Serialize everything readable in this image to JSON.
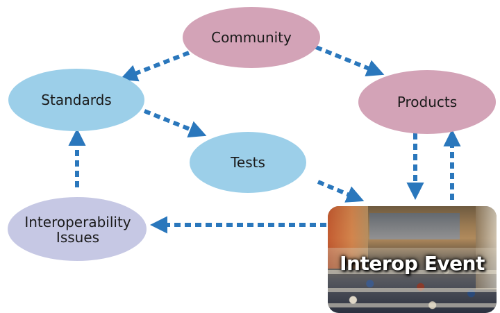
{
  "diagram": {
    "nodes": {
      "community": {
        "label": "Community",
        "fill": "#d3a3b7"
      },
      "standards": {
        "label": "Standards",
        "fill": "#9ccfe9"
      },
      "products": {
        "label": "Products",
        "fill": "#d3a3b7"
      },
      "tests": {
        "label": "Tests",
        "fill": "#9ccfe9"
      },
      "issues": {
        "label_line1": "Interoperability",
        "label_line2": "Issues",
        "fill": "#c6c8e4"
      },
      "event": {
        "caption": "Interop Event"
      }
    },
    "edge_color": "#2a77bc",
    "edges": [
      {
        "from": "Community",
        "to": "Standards"
      },
      {
        "from": "Community",
        "to": "Products"
      },
      {
        "from": "Standards",
        "to": "Tests"
      },
      {
        "from": "Tests",
        "to": "Interop Event"
      },
      {
        "from": "Products",
        "to": "Interop Event"
      },
      {
        "from": "Interop Event",
        "to": "Products"
      },
      {
        "from": "Interop Event",
        "to": "Interoperability Issues"
      },
      {
        "from": "Interoperability Issues",
        "to": "Standards"
      }
    ]
  }
}
